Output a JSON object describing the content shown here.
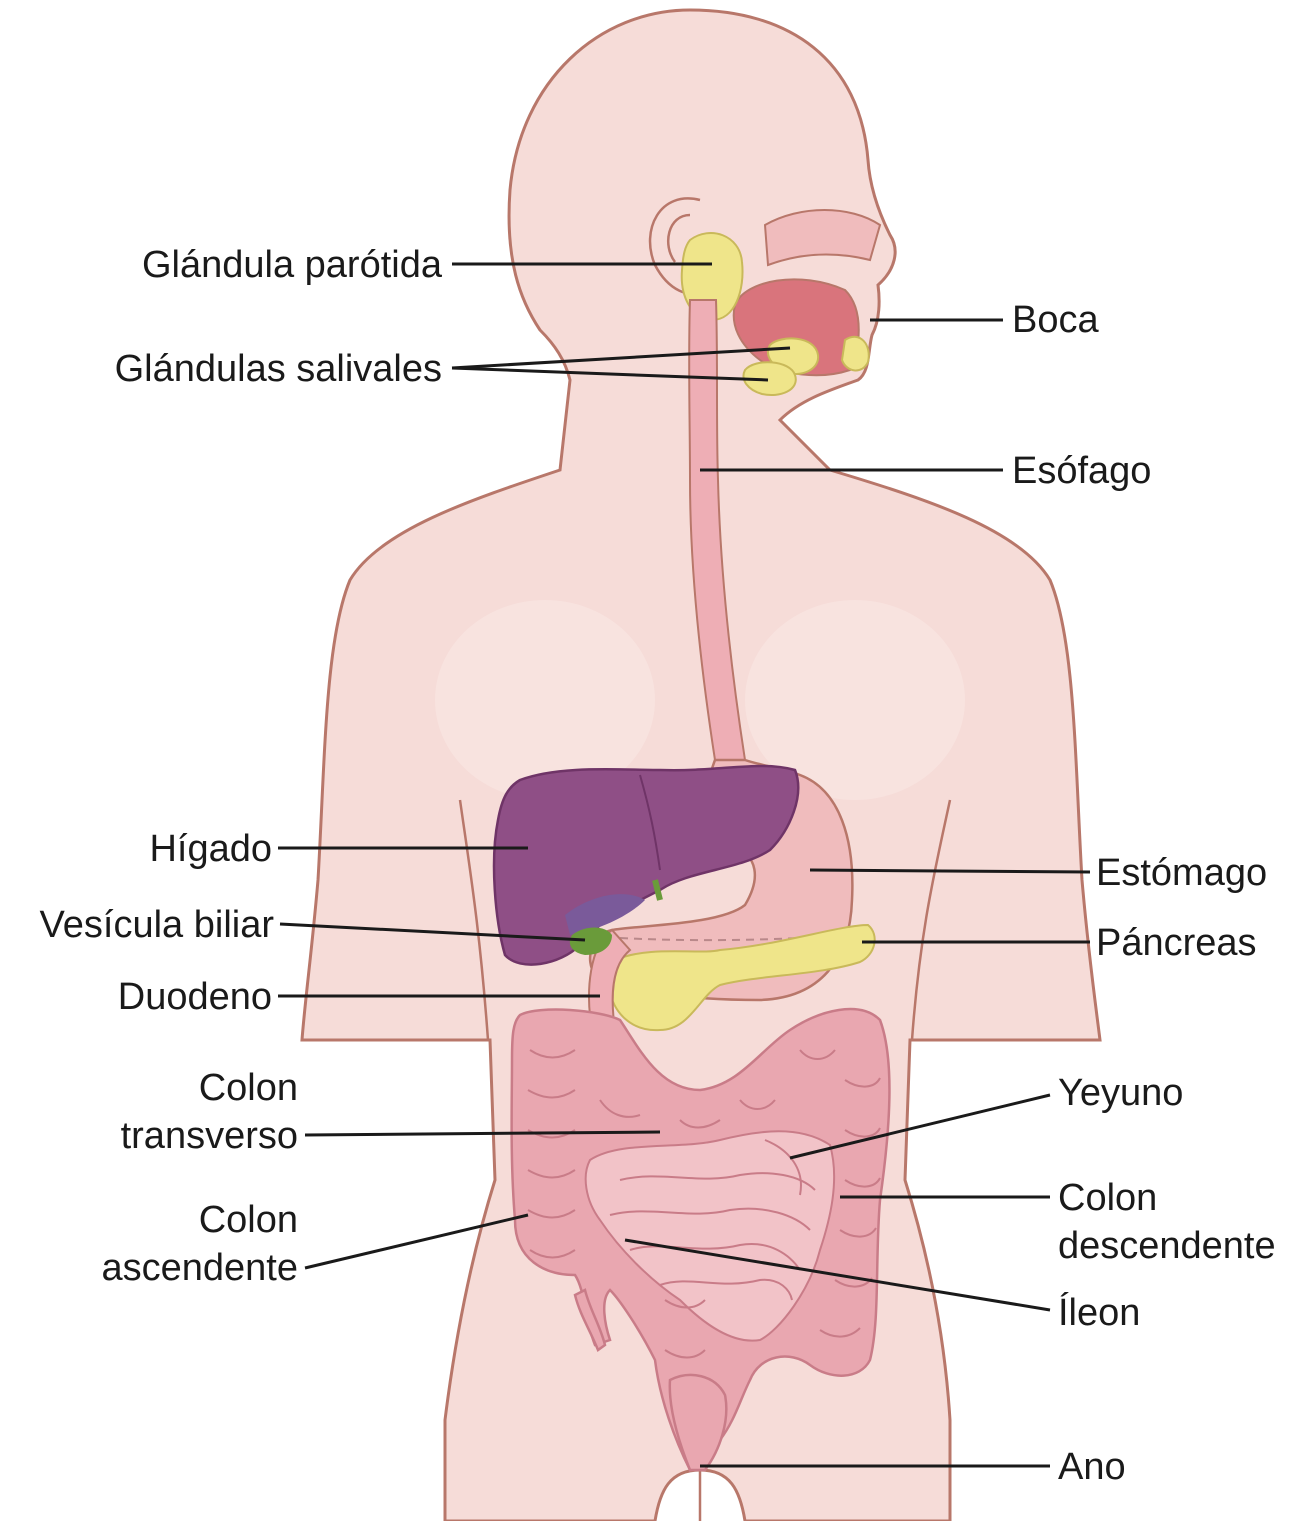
{
  "labels": {
    "parotid": "Glándula parótida",
    "salivary": "Glándulas salivales",
    "mouth": "Boca",
    "esophagus": "Esófago",
    "liver": "Hígado",
    "gallbladder": "Vesícula biliar",
    "duodenum": "Duodeno",
    "stomach": "Estómago",
    "pancreas": "Páncreas",
    "transverse_colon_1": "Colon",
    "transverse_colon_2": "transverso",
    "ascending_colon_1": "Colon",
    "ascending_colon_2": "ascendente",
    "jejunum": "Yeyuno",
    "descending_colon_1": "Colon",
    "descending_colon_2": "descendente",
    "ileum": "Íleon",
    "anus": "Ano"
  },
  "colors": {
    "skin": "#f6dcd8",
    "skin_outline": "#b8776a",
    "skin_shade": "#f9e6e3",
    "liver": "#8f4f86",
    "liver_dark": "#6f3467",
    "gallbladder": "#6a9b3a",
    "stomach": "#f0bcbd",
    "digestive_tract": "#eeaeb5",
    "intestine": "#e9a7b0",
    "intestine_line": "#c97c88",
    "gland": "#efe58a",
    "mouth_cavity": "#d9747c"
  }
}
